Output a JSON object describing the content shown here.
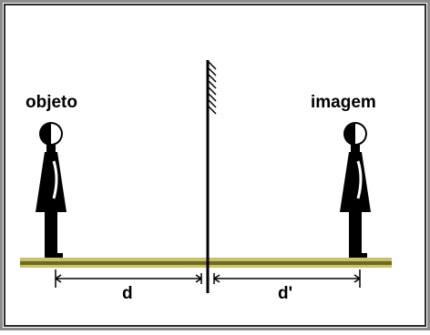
{
  "diagram": {
    "labels": {
      "object": "objeto",
      "image": "imagem",
      "object_distance": "d",
      "image_distance": "d'"
    },
    "colors": {
      "frame_outer": "#8c8c8c",
      "frame_inner": "#2a2a2a",
      "floor_light": "#c8c06a",
      "floor_dark": "#6e6a1c",
      "ink": "#000000",
      "background": "#ffffff"
    },
    "icons": {
      "object": "person-figure-icon",
      "image": "person-figure-icon",
      "mirror": "mirror-icon"
    }
  }
}
